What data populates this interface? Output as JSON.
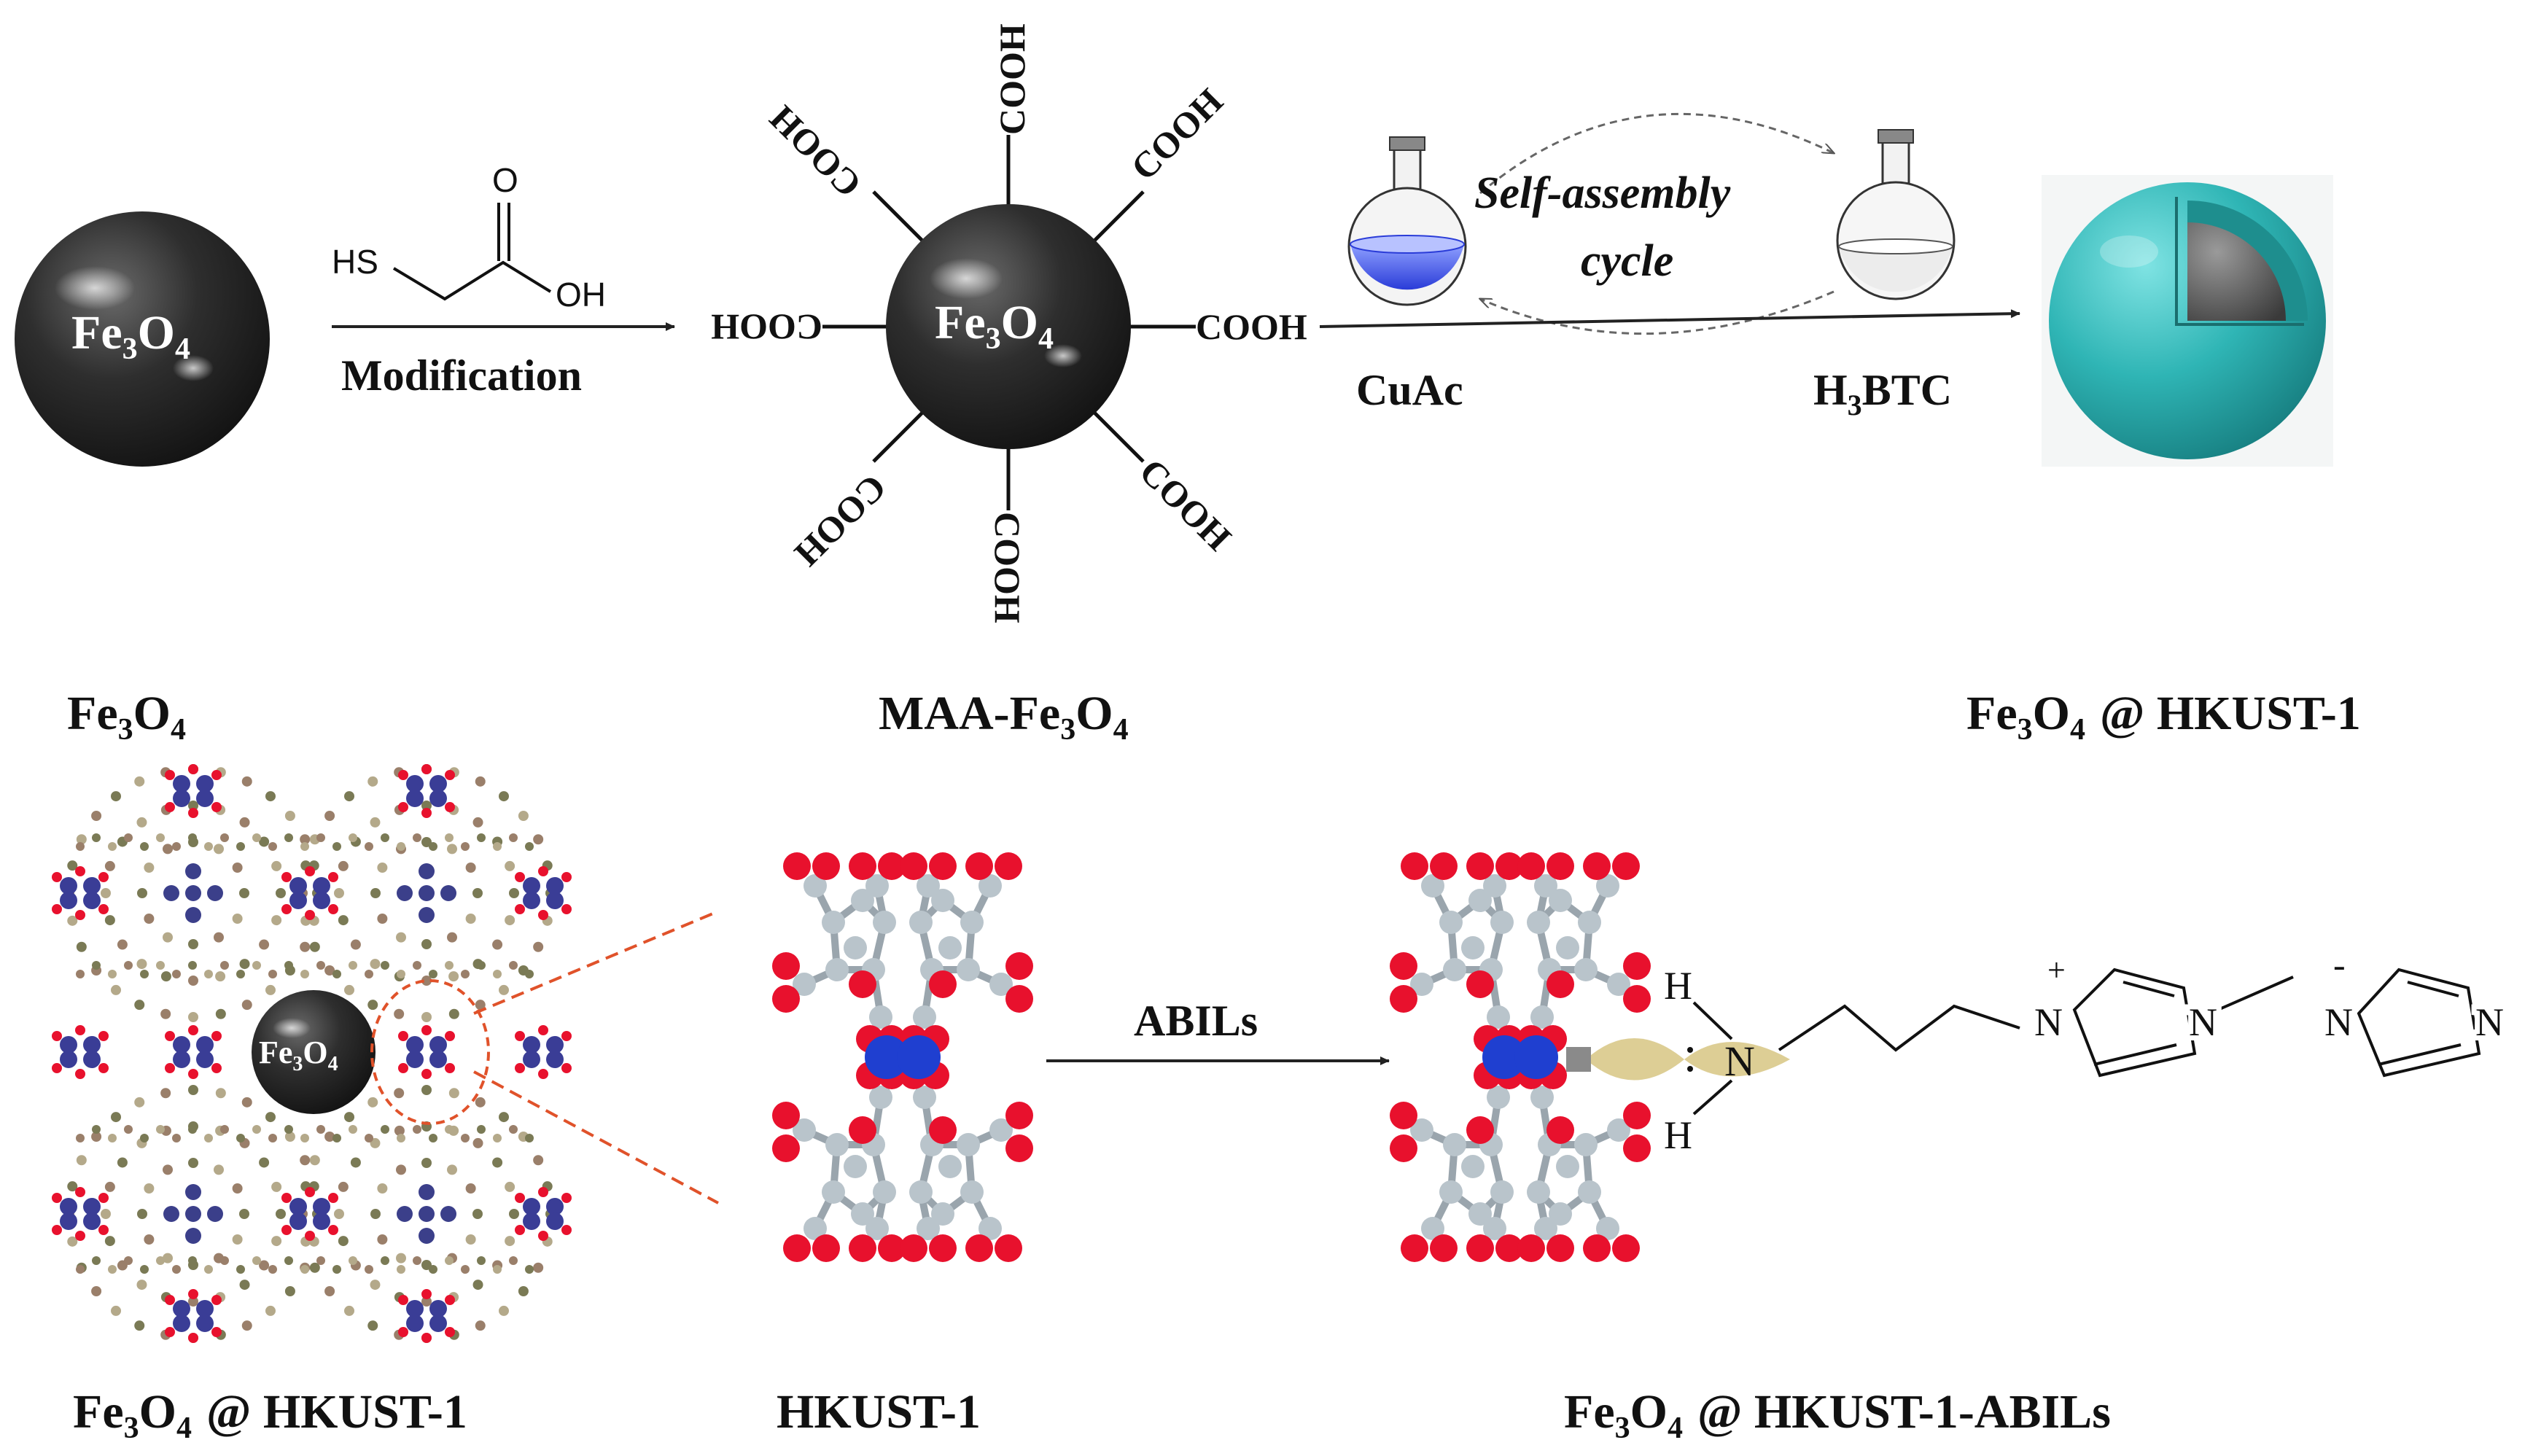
{
  "colors": {
    "background": "#ffffff",
    "sphere_dark": "#2e2e2e",
    "shell_teal": "#2fb5b5",
    "oxygen_red": "#e8112d",
    "copper_blue": "#1f3fd0",
    "carbon_grey": "#b9c4cb",
    "leaflet_tan": "#d9c98a",
    "guide_orange": "#e0522a"
  },
  "step1": {
    "sphere_label": "Fe3O4",
    "sp_base1": "Fe",
    "sp_sub1": "3",
    "sp_base2": "O",
    "sp_sub2": "4",
    "reagent_sh": "HS",
    "reagent_o": "O",
    "reagent_oh": "OH",
    "arrow_label": "Modification",
    "caption_base1": "Fe",
    "caption_sub1": "3",
    "caption_base2": "O",
    "caption_sub2": "4"
  },
  "step2": {
    "groups": [
      "COOH",
      "COOH",
      "COOH",
      "COOH",
      "COOH",
      "COOH",
      "COOH",
      "COOH"
    ],
    "sp_base1": "Fe",
    "sp_sub1": "3",
    "sp_base2": "O",
    "sp_sub2": "4",
    "caption_prefix": "MAA-",
    "caption_base1": "Fe",
    "caption_sub1": "3",
    "caption_base2": "O",
    "caption_sub2": "4"
  },
  "step3": {
    "cycle_line1": "Self-assembly",
    "cycle_line2": "cycle",
    "flask1_label": "CuAc",
    "flask2_base1": "H",
    "flask2_sub": "3",
    "flask2_base2": "BTC",
    "caption_base1": "Fe",
    "caption_sub1": "3",
    "caption_base2": "O",
    "caption_sub2": "4",
    "caption_suffix": "@ HKUST-1"
  },
  "bottom": {
    "framework_sphere": {
      "base1": "Fe",
      "sub1": "3",
      "base2": "O",
      "sub2": "4"
    },
    "framework_caption": {
      "base1": "Fe",
      "sub1": "3",
      "base2": "O",
      "sub2": "4",
      "suffix": "@ HKUST-1"
    },
    "unit_caption": "HKUST-1",
    "arrow_label": "ABILs",
    "atom_h_top": "H",
    "atom_h_bottom": "H",
    "atom_n_amine": "N",
    "atom_n_plus": "N",
    "charge_plus": "+",
    "atom_n_ring1": "N",
    "charge_minus": "-",
    "atom_n_anion1": "N",
    "atom_n_anion2": "N",
    "final_caption": {
      "base1": "Fe",
      "sub1": "3",
      "base2": "O",
      "sub2": "4",
      "suffix": "@ HKUST-1-ABILs"
    }
  }
}
